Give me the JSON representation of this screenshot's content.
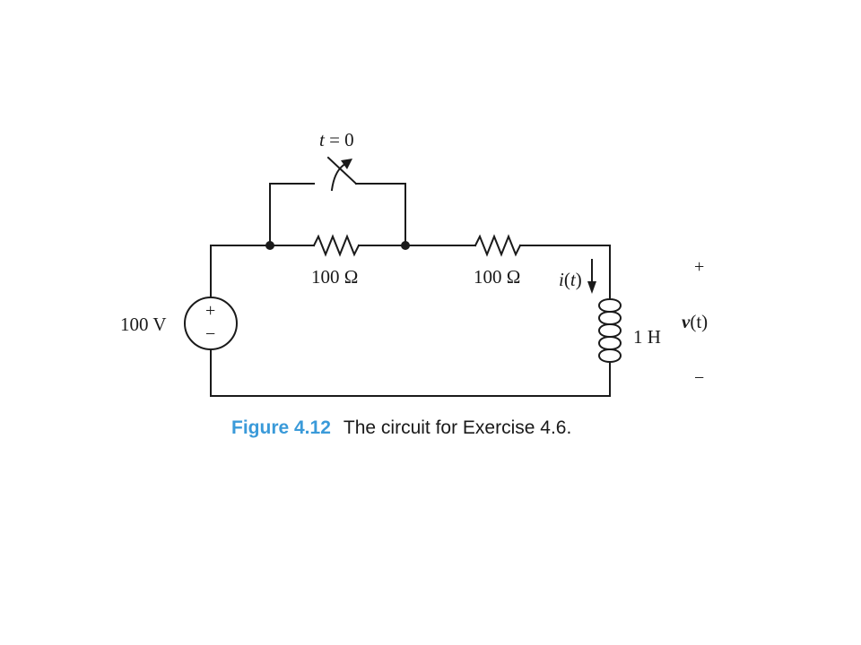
{
  "figure": {
    "number": "Figure 4.12",
    "text": "The circuit for Exercise 4.6."
  },
  "circuit": {
    "switch_label_t": "t",
    "switch_label_rest": " = 0",
    "source_label": "100 V",
    "source_plus": "+",
    "source_minus": "−",
    "resistor1_label": "100 Ω",
    "resistor2_label": "100 Ω",
    "inductor_label": "1 H",
    "current_i": "i",
    "current_open": "(",
    "current_t": "t",
    "current_close": ")",
    "voltage_v": "v",
    "voltage_rest": "(t)",
    "voltage_plus": "+",
    "voltage_minus": "−"
  }
}
